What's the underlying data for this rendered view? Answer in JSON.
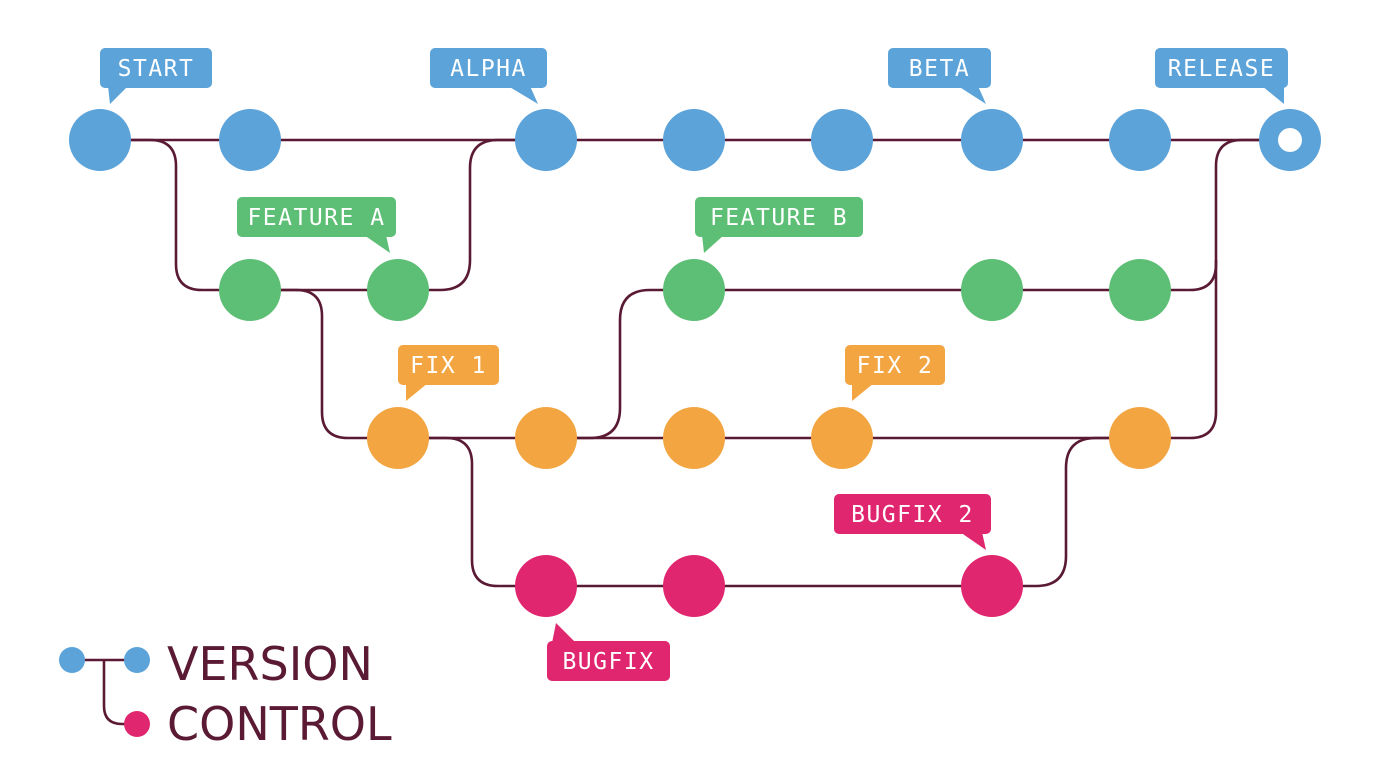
{
  "colors": {
    "line": "#5a1a33",
    "master": "#5ba3d9",
    "feature": "#5dbf75",
    "fix": "#f2a541",
    "bugfix": "#e0266f"
  },
  "labels": {
    "start": "START",
    "alpha": "ALPHA",
    "beta": "BETA",
    "release": "RELEASE",
    "feature_a": "FEATURE A",
    "feature_b": "FEATURE B",
    "fix_1": "FIX 1",
    "fix_2": "FIX 2",
    "bugfix": "BUGFIX",
    "bugfix_2": "BUGFIX 2"
  },
  "logo": {
    "line1": "VERSION",
    "line2": "CONTROL"
  }
}
